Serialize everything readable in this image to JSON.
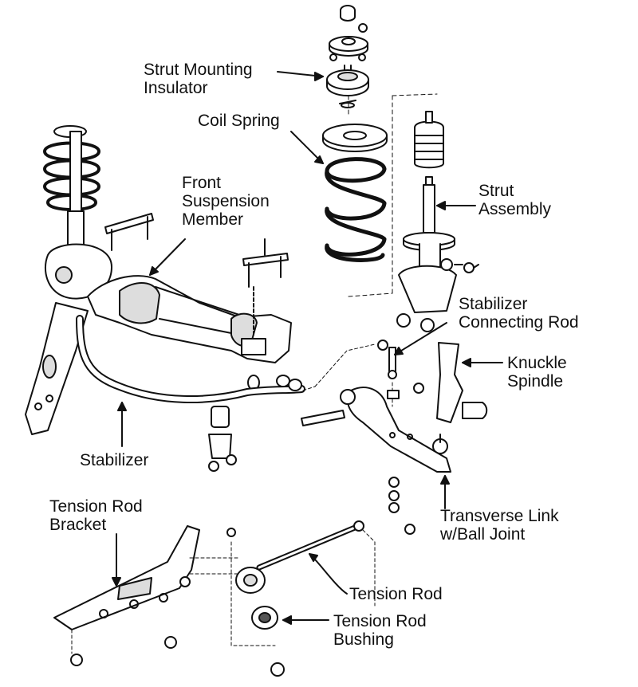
{
  "diagram": {
    "labels": {
      "strut_mounting_insulator": [
        "Strut Mounting",
        "Insulator"
      ],
      "coil_spring": [
        "Coil Spring"
      ],
      "front_suspension_member": [
        "Front",
        "Suspension",
        "Member"
      ],
      "strut_assembly": [
        "Strut",
        "Assembly"
      ],
      "stabilizer_connecting_rod": [
        "Stabilizer",
        "Connecting Rod"
      ],
      "knuckle_spindle": [
        "Knuckle",
        "Spindle"
      ],
      "stabilizer": [
        "Stabilizer"
      ],
      "tension_rod_bracket": [
        "Tension Rod",
        "Bracket"
      ],
      "transverse_link": [
        "Transverse Link",
        "w/Ball Joint"
      ],
      "tension_rod": [
        "Tension Rod"
      ],
      "tension_rod_bushing": [
        "Tension Rod",
        "Bushing"
      ]
    },
    "colors": {
      "ink": "#111111",
      "fill": "#ffffff",
      "shade": "#cfcfcf"
    }
  }
}
